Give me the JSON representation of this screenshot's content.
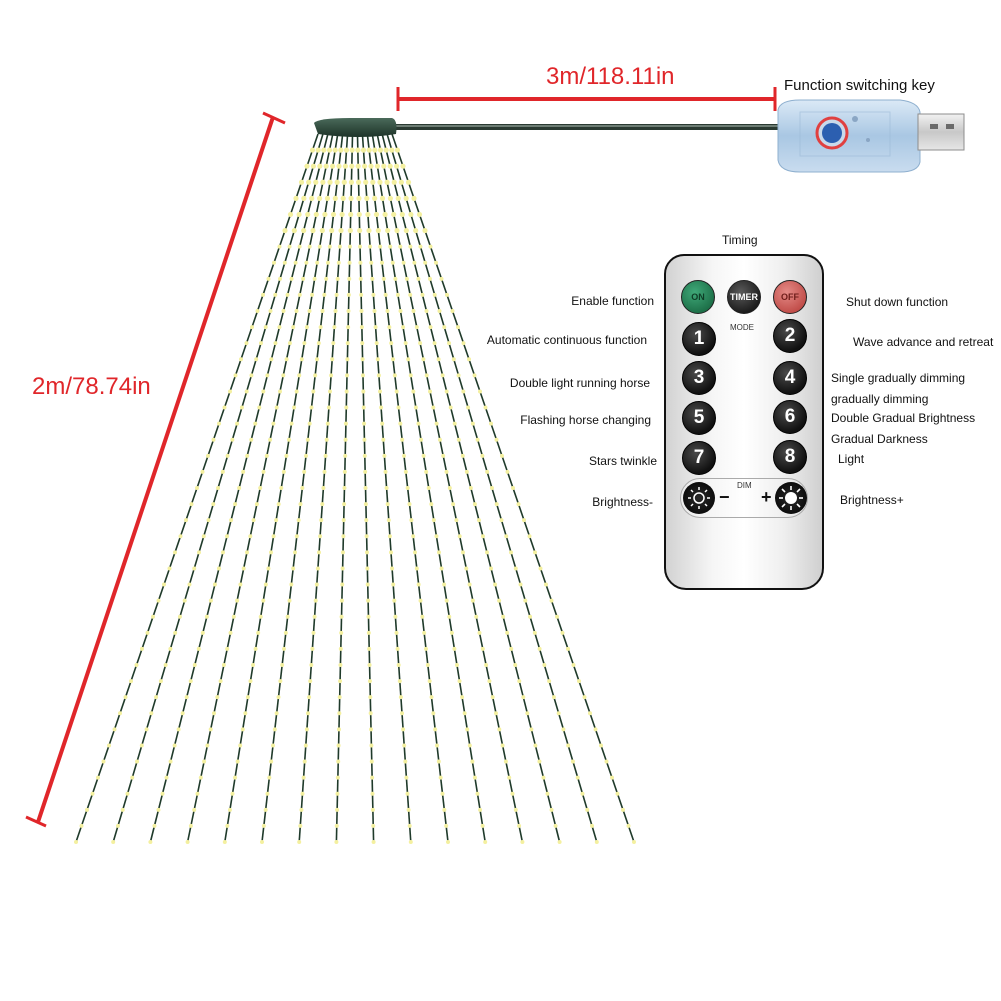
{
  "dimensions": {
    "cable_length": "3m/118.11in",
    "string_length": "2m/78.74in"
  },
  "function_key_label": "Function switching key",
  "remote": {
    "timing_label": "Timing",
    "mode_label": "MODE",
    "dim_label": "DIM",
    "on_text": "ON",
    "timer_text": "TIMER",
    "off_text": "OFF",
    "minus_text": "−",
    "plus_text": "+",
    "numbers": [
      "1",
      "2",
      "3",
      "4",
      "5",
      "6",
      "7",
      "8"
    ]
  },
  "labels_left": {
    "enable": "Enable function",
    "auto": "Automatic continuous function",
    "double_horse": "Double light running horse",
    "flash_horse": "Flashing horse changing",
    "stars": "Stars twinkle",
    "bright_minus": "Brightness-"
  },
  "labels_right": {
    "shutdown": "Shut down function",
    "wave": "Wave advance and retreat",
    "single_dim": "Single gradually dimming",
    "grad_dim": "gradually dimming",
    "double_grad": "Double Gradual Brightness",
    "grad_dark": "Gradual Darkness",
    "light": "Light",
    "bright_plus": "Brightness+"
  },
  "colors": {
    "dimension_red": "#e0262a",
    "led_glow": "#f4f0a0",
    "wire": "#1f3a2a",
    "on_green": "#2e8a5e",
    "off_red": "#d9635f",
    "usb_blue": "#b9d4ec"
  }
}
